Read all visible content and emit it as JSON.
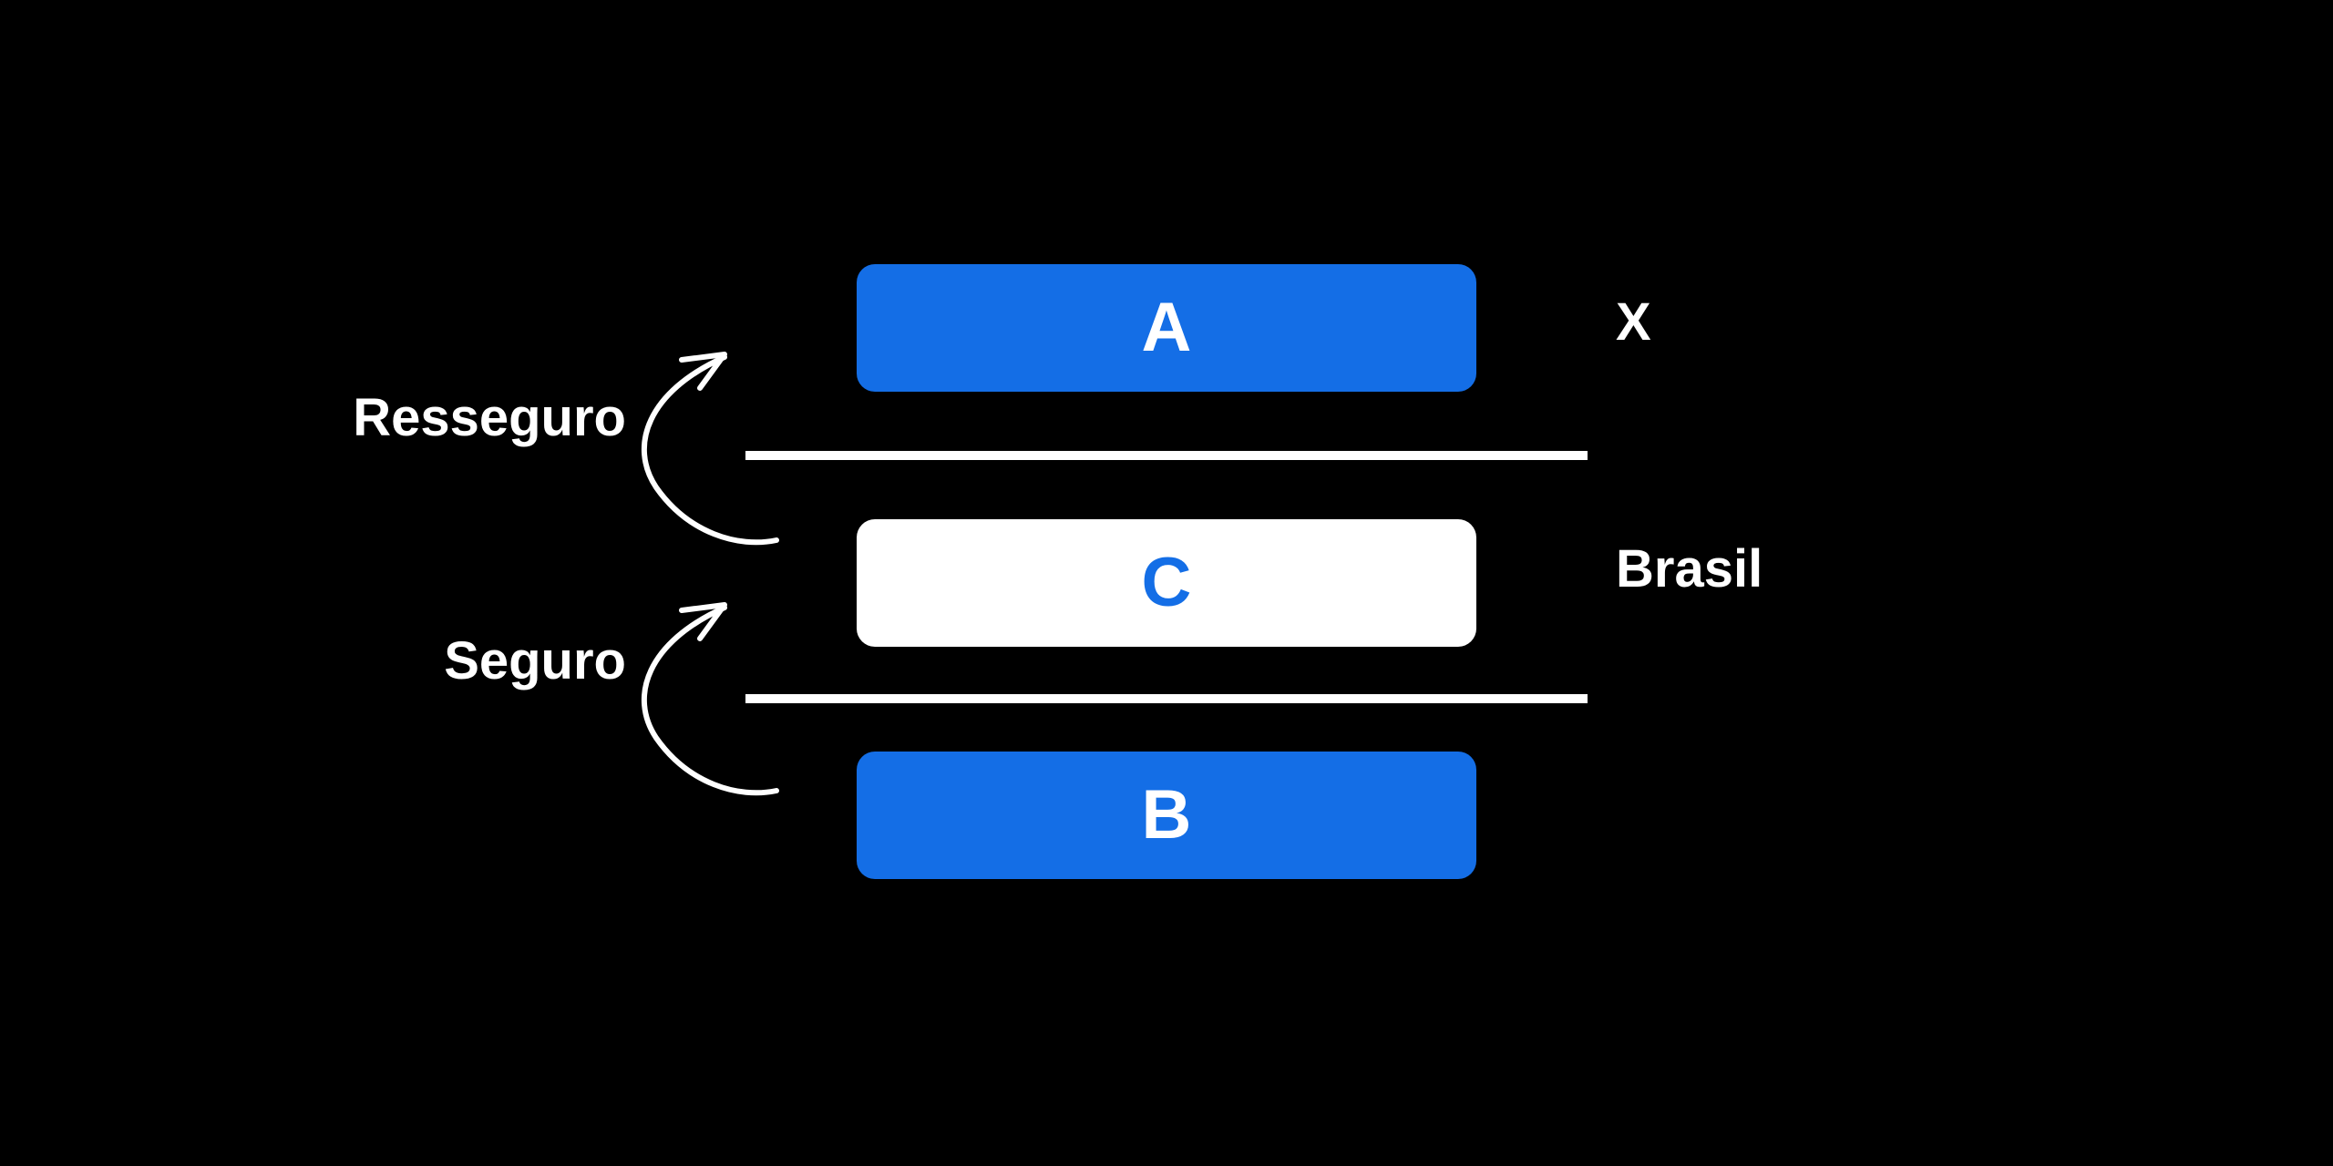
{
  "diagram": {
    "boxes": {
      "a": "A",
      "c": "C",
      "b": "B"
    },
    "left_labels": {
      "resseguro": "Resseguro",
      "seguro": "Seguro"
    },
    "right_labels": {
      "x": "X",
      "brasil": "Brasil"
    },
    "colors": {
      "background": "#000000",
      "accent_blue": "#146EE6",
      "white": "#FFFFFF"
    },
    "icons": {
      "resseguro_arrow": "curved-arrow-up-icon",
      "seguro_arrow": "curved-arrow-up-icon"
    }
  }
}
